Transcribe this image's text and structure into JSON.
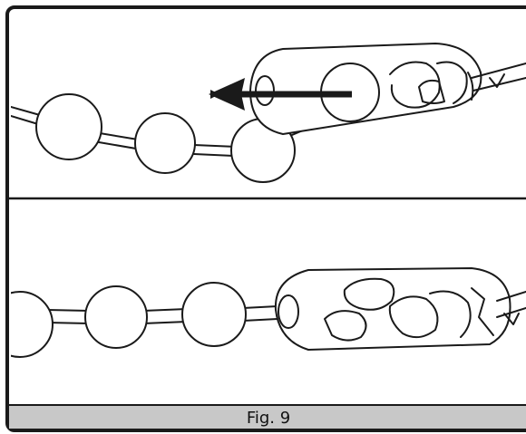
{
  "figure": {
    "caption": "Fig. 9"
  },
  "panels": [
    {
      "name": "panel-top"
    },
    {
      "name": "panel-bottom"
    }
  ],
  "colors": {
    "stroke": "#1a1a1a",
    "caption_bar": "#c8c8c8",
    "background": "#ffffff"
  }
}
